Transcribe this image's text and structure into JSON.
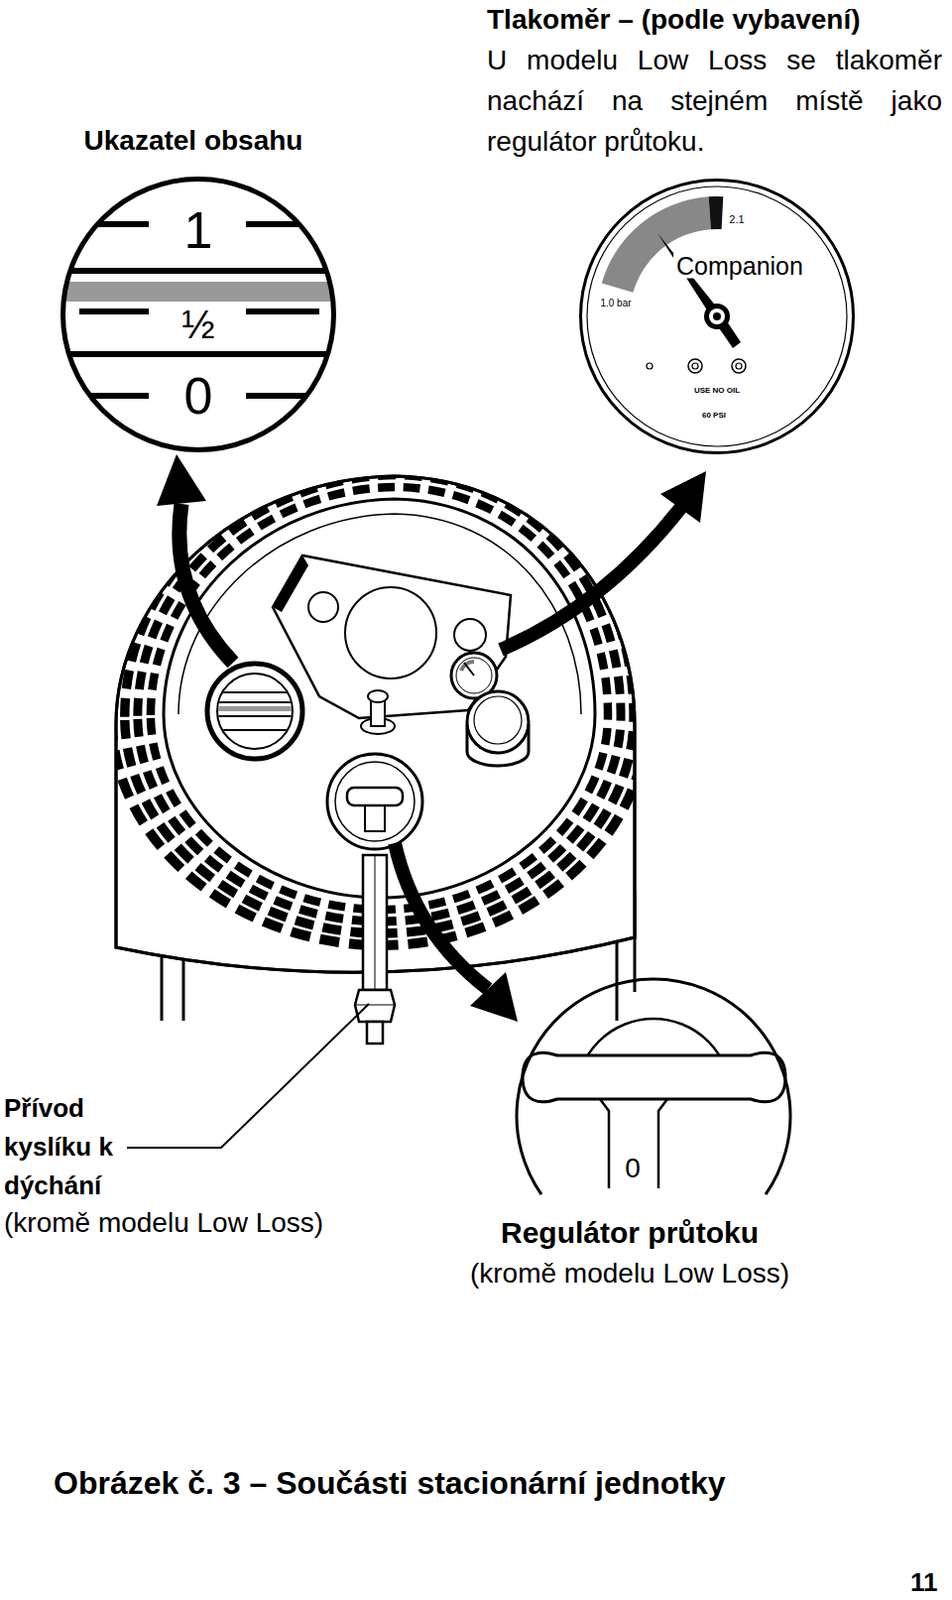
{
  "diagram": {
    "caption": "Obrázek č. 3 – Součásti stacionární jednotky",
    "nodes": [
      {
        "text": [
          "Ukazatel obsahu",
          "1",
          "½",
          "0"
        ]
      },
      {
        "text": [
          "Tlakoměr – (podle vybavení)",
          "U modelu Low Loss se tlakoměr nachází na stejném místě jako regulátor průtoku.",
          "2.1",
          "Companion",
          "1.0 bar",
          "USE NO OIL",
          "60 PSI"
        ]
      },
      {
        "text": [
          "0",
          "Regulátor průtoku",
          "(kromě modelu Low Loss)"
        ]
      }
    ],
    "labels": [
      "Přívod kyslíku k dýchání",
      "(kromě modelu Low Loss)",
      "11"
    ]
  }
}
